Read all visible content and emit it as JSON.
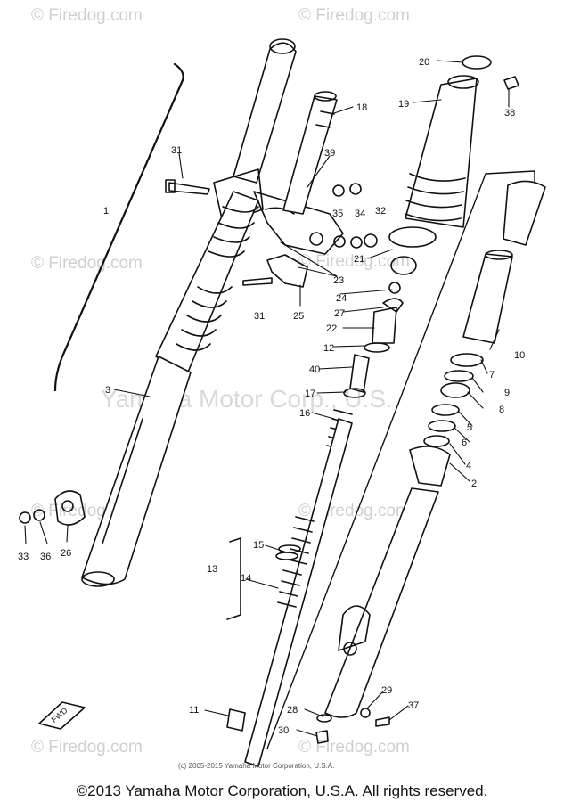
{
  "watermarks": {
    "brand": "© Firedog.com",
    "center": "Yamaha Motor Corp., U.S."
  },
  "callouts": [
    "1",
    "2",
    "3",
    "4",
    "5",
    "6",
    "7",
    "8",
    "9",
    "10",
    "11",
    "12",
    "13",
    "14",
    "15",
    "16",
    "17",
    "18",
    "19",
    "20",
    "21",
    "22",
    "23",
    "24",
    "25",
    "26",
    "27",
    "28",
    "29",
    "30",
    "31",
    "32",
    "33",
    "34",
    "35",
    "36",
    "37",
    "38",
    "39",
    "40"
  ],
  "labels": {
    "n1": "1",
    "n2": "2",
    "n3": "3",
    "n4": "4",
    "n5": "5",
    "n6": "6",
    "n7": "7",
    "n8": "8",
    "n9": "9",
    "n10": "10",
    "n11": "11",
    "n12": "12",
    "n13": "13",
    "n14": "14",
    "n15": "15",
    "n16": "16",
    "n17": "17",
    "n18": "18",
    "n19": "19",
    "n20": "20",
    "n21": "21",
    "n22": "22",
    "n23": "23",
    "n24": "24",
    "n25": "25",
    "n26": "26",
    "n27": "27",
    "n28": "28",
    "n29": "29",
    "n30": "30",
    "n31a": "31",
    "n31b": "31",
    "n32": "32",
    "n33": "33",
    "n34": "34",
    "n35": "35",
    "n36": "36",
    "n37": "37",
    "n38": "38",
    "n39": "39",
    "n40": "40"
  },
  "fwd_mark": "FWD",
  "inner_copyright": "(c) 2005-2015 Yamaha Motor Corporation, U.S.A.",
  "footer": "©2013 Yamaha Motor Corporation, U.S.A. All rights reserved."
}
